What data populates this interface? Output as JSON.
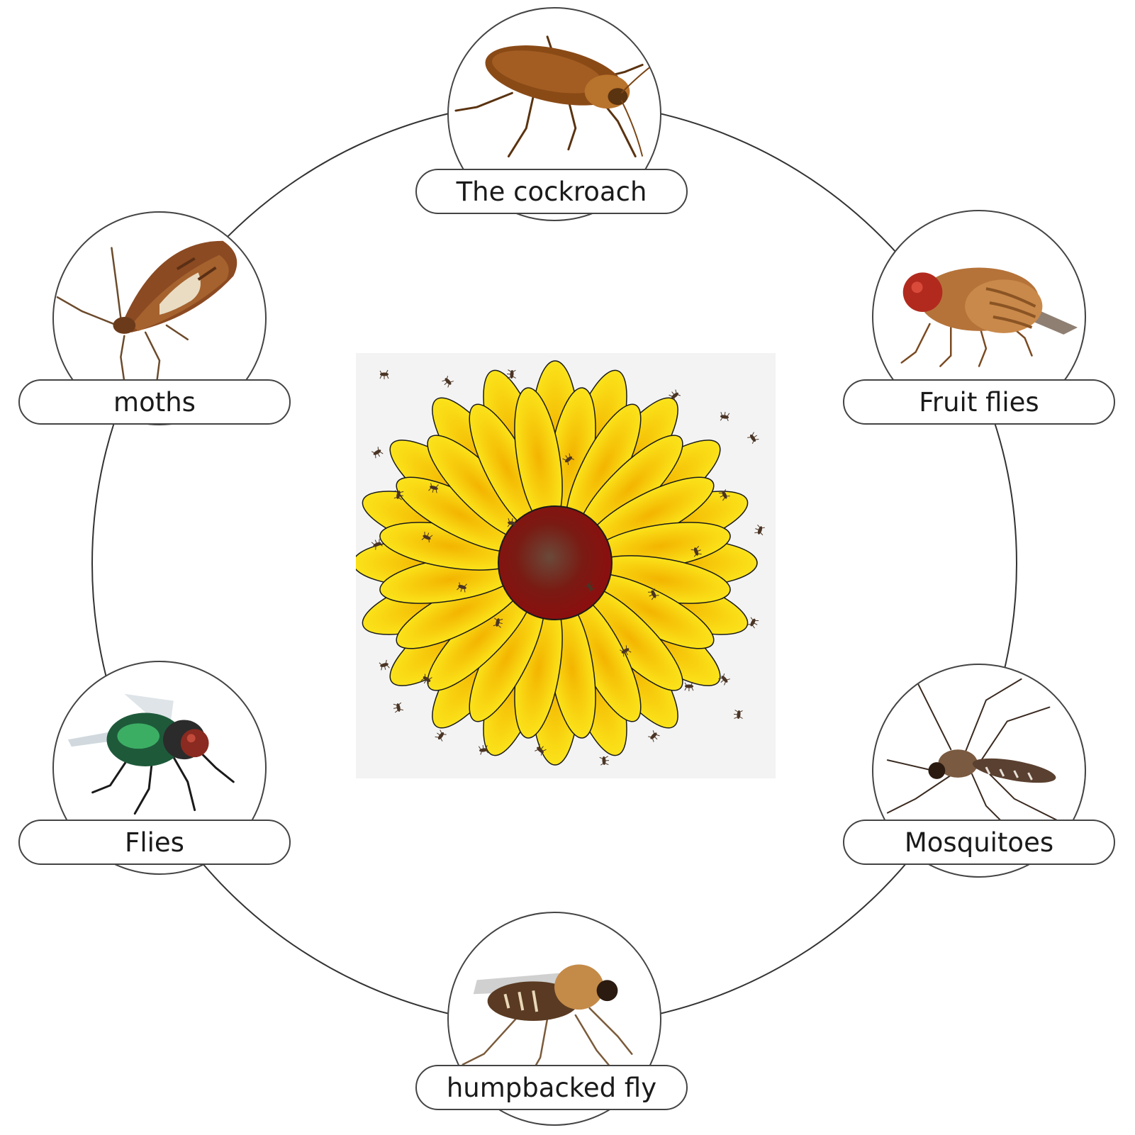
{
  "labels": {
    "cockroach": "The cockroach",
    "fruit_flies": "Fruit flies",
    "mosquitoes": "Mosquitoes",
    "humpbacked_fly": "humpbacked fly",
    "flies": "Flies",
    "moths": "moths"
  },
  "colors": {
    "petal": "#f8d20c",
    "petal_edge": "#1a1a1a",
    "flower_center": "#8b0f0f",
    "ring_line": "#333333"
  },
  "icons": [
    "cockroach-icon",
    "fruit-fly-icon",
    "mosquito-icon",
    "humpbacked-fly-icon",
    "housefly-icon",
    "moth-icon",
    "sunflower-trap-icon"
  ]
}
